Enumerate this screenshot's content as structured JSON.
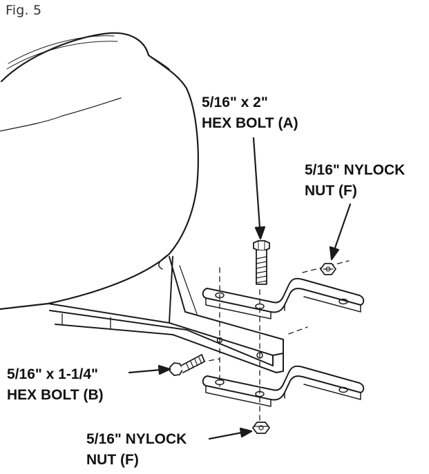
{
  "figure": {
    "label": "Fig. 5"
  },
  "callouts": {
    "bolt_a": {
      "line1": "5/16\" x 2\"",
      "line2": "HEX BOLT (A)"
    },
    "nut_f_top": {
      "line1": "5/16\" NYLOCK",
      "line2": "NUT (F)"
    },
    "bolt_b": {
      "line1": "5/16\" x 1-1/4\"",
      "line2": "HEX BOLT (B)"
    },
    "nut_f_bottom": {
      "line1": "5/16\" NYLOCK",
      "line2": "NUT (F)"
    }
  },
  "colors": {
    "line": "#1a1a1a",
    "text": "#111111",
    "background": "#ffffff"
  }
}
